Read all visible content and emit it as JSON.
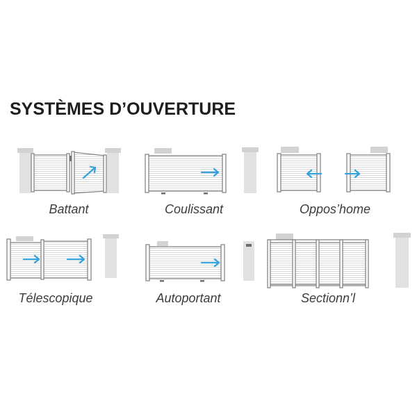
{
  "title": "SYSTÈMES D’OUVERTURE",
  "colors": {
    "arrow": "#35a2dd",
    "frame": "#858585",
    "slat": "#d6d6d6",
    "pillar": "#e1e1e1",
    "cap": "#d2d2d2",
    "text": "#3c3c3c",
    "title": "#1e1e1e"
  },
  "systems": [
    {
      "label": "Battant"
    },
    {
      "label": "Coulissant"
    },
    {
      "label": "Oppos’home"
    },
    {
      "label": "Télescopique"
    },
    {
      "label": "Autoportant"
    },
    {
      "label": "Sectionn’l"
    }
  ]
}
